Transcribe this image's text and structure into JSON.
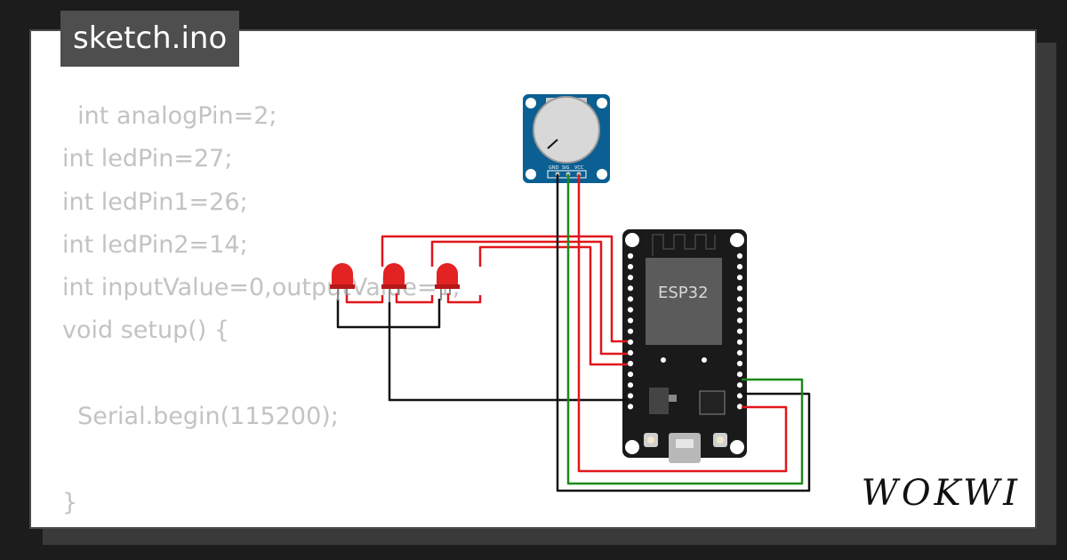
{
  "file_tab": {
    "label": "sketch.ino"
  },
  "code": {
    "lines": [
      "  int analogPin=2;",
      "int ledPin=27;",
      "int ledPin1=26;",
      "int ledPin2=14;",
      "int inputValue=0,outputValue=1;",
      "void setup() {",
      "",
      "  Serial.begin(115200);",
      "",
      "}"
    ]
  },
  "board": {
    "label": "ESP32"
  },
  "potentiometer": {
    "pins": [
      "GND",
      "SIG",
      "VCC"
    ]
  },
  "brand": {
    "name": "WOKWI"
  },
  "colors": {
    "wire_red": "#e0161b",
    "wire_green": "#1a8a1a",
    "wire_black": "#111111",
    "led_red": "#e32222",
    "pcb_blue": "#0b5f92",
    "board_black": "#1a1a1a"
  }
}
